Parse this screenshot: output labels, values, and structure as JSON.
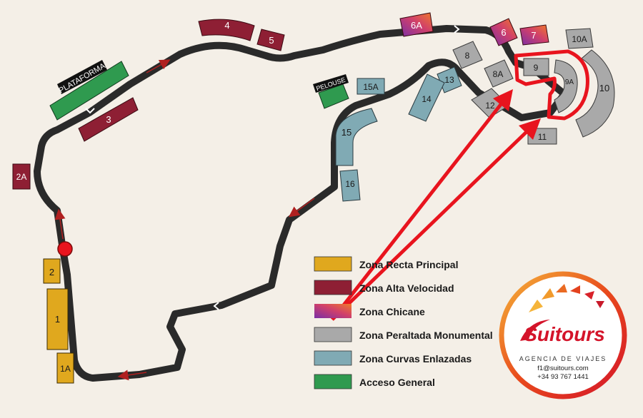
{
  "map": {
    "sections": {
      "s1": "1",
      "s1a": "1A",
      "s2": "2",
      "s2a": "2A",
      "s3": "3",
      "s4": "4",
      "s5": "5",
      "s6a": "6A",
      "s6": "6",
      "s7": "7",
      "s8": "8",
      "s8a": "8A",
      "s9": "9",
      "s9a": "9A",
      "s10": "10",
      "s10a": "10A",
      "s11": "11",
      "s12": "12",
      "s13": "13",
      "s14": "14",
      "s15": "15",
      "s15a": "15A",
      "s16": "16"
    },
    "plataforma_label": "PLATAFORMA",
    "pelouse_label": "PELOUSE"
  },
  "legend": {
    "items": [
      {
        "label": "Zona Recta Principal",
        "color": "#e0a81e"
      },
      {
        "label": "Zona Alta Velocidad",
        "color": "#8e1f34"
      },
      {
        "label": "Zona Chicane",
        "color": "#a13a8a"
      },
      {
        "label": "Zona Peraltada Monumental",
        "color": "#a9a9a9"
      },
      {
        "label": "Zona Curvas Enlazadas",
        "color": "#80aab4"
      },
      {
        "label": "Acceso General",
        "color": "#2f9a4f"
      }
    ]
  },
  "brand": {
    "name": "Suitours",
    "tagline": "AGENCIA DE VIAJES",
    "email": "f1@suitours.com",
    "phone": "+34 93 767 1441"
  },
  "colors": {
    "track": "#2a2a2a",
    "recta": "#e0a81e",
    "alta": "#8e1f34",
    "peraltada": "#a9a9a9",
    "curvas": "#80aab4",
    "acceso": "#2f9a4f",
    "highlight": "#e8141e"
  }
}
